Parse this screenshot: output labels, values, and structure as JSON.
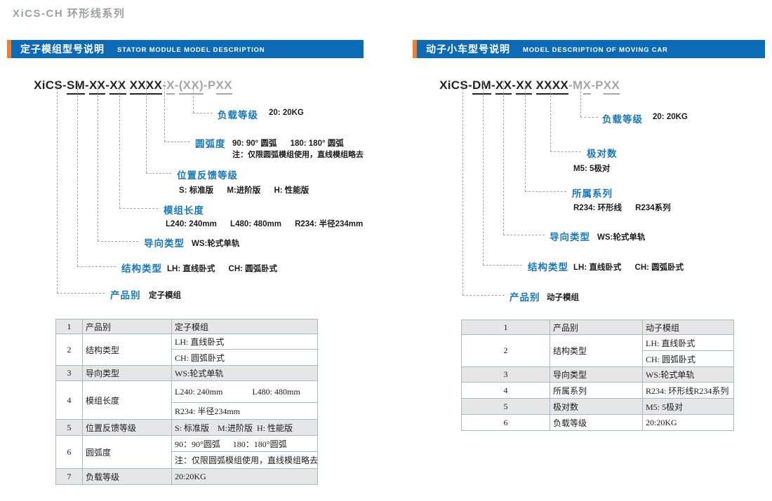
{
  "page_title": "XiCS-CH 环形线系列",
  "colors": {
    "header_bar_blue": "#0d6bb5",
    "accent_orange": "#ef7f2e",
    "label_blue": "#1877be",
    "title_gray": "#9aa0a4",
    "table_shade": "#e6e6e6"
  },
  "left": {
    "header": {
      "title_zh": "定子模组型号说明",
      "title_en": "STATOR MODULE MODEL DESCRIPTION"
    },
    "model": {
      "segments": [
        {
          "t": "XiCS-"
        },
        {
          "t": "SM"
        },
        {
          "t": "-"
        },
        {
          "t": "XX"
        },
        {
          "t": "-"
        },
        {
          "t": "XX"
        },
        {
          "t": " "
        },
        {
          "t": "XXXX"
        },
        {
          "t": "-"
        },
        {
          "t": "X"
        },
        {
          "t": "-"
        },
        {
          "t": "(XX)"
        },
        {
          "t": "-"
        },
        {
          "t": "P"
        },
        {
          "t": "XX"
        }
      ]
    },
    "annotations": [
      {
        "label": "负载等级",
        "desc": "20: 20KG"
      },
      {
        "label": "圆弧度",
        "desc": "90: 90° 圆弧      180: 180° 圆弧",
        "note": "注：仅限圆弧模组使用，直线模组略去"
      },
      {
        "label": "位置反馈等级",
        "sub": "S: 标准版      M:进阶版      H: 性能版"
      },
      {
        "label": "模组长度",
        "sub": "L240: 240mm      L480: 480mm      R234: 半径234mm"
      },
      {
        "label": "导向类型",
        "desc": "WS:轮式单轨"
      },
      {
        "label": "结构类型",
        "desc": "LH: 直线卧式      CH: 圆弧卧式"
      },
      {
        "label": "产品别",
        "desc": "定子模组"
      }
    ],
    "table": {
      "rows": [
        {
          "no": "1",
          "name": "产品别",
          "values": [
            "定子模组"
          ]
        },
        {
          "no": "2",
          "name": "结构类型",
          "values": [
            "LH: 直线卧式",
            "CH: 圆弧卧式"
          ]
        },
        {
          "no": "3",
          "name": "导向类型",
          "values": [
            "WS:轮式单轨"
          ]
        },
        {
          "no": "4",
          "name": "模组长度",
          "values": [
            "L240: 240mm              L480: 480mm",
            "R234: 半径234mm"
          ]
        },
        {
          "no": "5",
          "name": "位置反馈等级",
          "values": [
            "S: 标准版    M:进阶版  H: 性能版"
          ]
        },
        {
          "no": "6",
          "name": "圆弧度",
          "values": [
            "90：90°圆弧      180：180°圆弧",
            "注：仅限圆弧模组使用，直线模组略去"
          ]
        },
        {
          "no": "7",
          "name": "负载等级",
          "values": [
            "20:20KG"
          ]
        }
      ]
    }
  },
  "right": {
    "header": {
      "title_zh": "动子小车型号说明",
      "title_en": "MODEL DESCRIPTION OF MOVING CAR"
    },
    "model": {
      "segments": [
        {
          "t": "XiCS-"
        },
        {
          "t": "DM"
        },
        {
          "t": "-"
        },
        {
          "t": "XX"
        },
        {
          "t": "-"
        },
        {
          "t": "XX"
        },
        {
          "t": " "
        },
        {
          "t": "XXXX"
        },
        {
          "t": "-"
        },
        {
          "t": "M"
        },
        {
          "t": "X"
        },
        {
          "t": "-"
        },
        {
          "t": "P"
        },
        {
          "t": "XX"
        }
      ]
    },
    "annotations": [
      {
        "label": "负载等级",
        "desc": "20: 20KG"
      },
      {
        "label": "极对数",
        "sub": "M5: 5极对"
      },
      {
        "label": "所属系列",
        "sub": "R234: 环形线      R234系列"
      },
      {
        "label": "导向类型",
        "desc": "WS:轮式单轨"
      },
      {
        "label": "结构类型",
        "desc": "LH: 直线卧式      CH: 圆弧卧式"
      },
      {
        "label": "产品别",
        "desc": "动子模组"
      }
    ],
    "table": {
      "rows": [
        {
          "no": "1",
          "name": "产品别",
          "values": [
            "动子模组"
          ]
        },
        {
          "no": "2",
          "name": "结构类型",
          "values": [
            "LH: 直线卧式",
            "CH: 圆弧卧式"
          ]
        },
        {
          "no": "3",
          "name": "导向类型",
          "values": [
            "WS:轮式单轨"
          ]
        },
        {
          "no": "4",
          "name": "所属系列",
          "values": [
            "R234: 环形线R234系列"
          ]
        },
        {
          "no": "5",
          "name": "极对数",
          "values": [
            "M5: 5极对"
          ]
        },
        {
          "no": "6",
          "name": "负载等级",
          "values": [
            "20:20KG"
          ]
        }
      ]
    }
  }
}
